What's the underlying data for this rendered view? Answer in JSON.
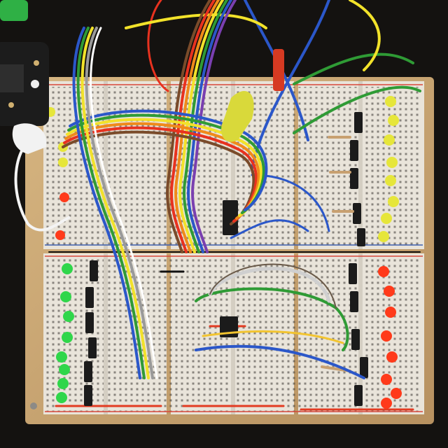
{
  "scene": {
    "description_tag": "breadboard-led-circuit",
    "colors": {
      "background": "#141210",
      "wood": "#c9a874",
      "breadboard": "#e9e4da",
      "rail_red": "#d8473a",
      "rail_blue": "#3d5fb0",
      "led_yellow": "#e6e63a",
      "led_red": "#ff3a1a",
      "led_green": "#2fd64a",
      "transistor": "#1b1b1b",
      "ribbon": [
        "#7a4b2a",
        "#e8321f",
        "#f08a1a",
        "#f2e22a",
        "#2f9b35",
        "#2b57c9",
        "#7a3fb0",
        "#9a9a9a",
        "#ffffff"
      ]
    },
    "led_counts": {
      "yellow_right_column": 8,
      "red_right_column": 8,
      "green_left_column": 8
    }
  }
}
